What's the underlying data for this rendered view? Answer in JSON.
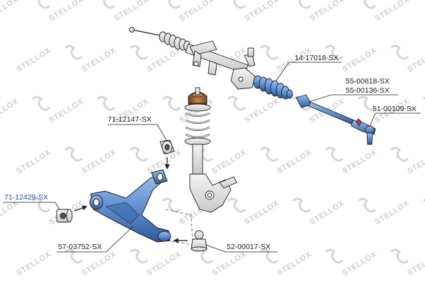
{
  "watermark": "STELLOX",
  "colors": {
    "part_blue": "#5f8fd0",
    "part_blue_dark": "#2e5a9a",
    "bronze": "#a86a2e",
    "outline": "#1f1f1f",
    "label_highlight": "#1f4fb3",
    "watermark": "#cfcfcf"
  },
  "parts": [
    {
      "id": "steering-rack-boot",
      "label": "14-17018-SX",
      "highlighted": false
    },
    {
      "id": "inner-tie-rod-1",
      "label": "55-00618-SX",
      "highlighted": false
    },
    {
      "id": "inner-tie-rod-2",
      "label": "55-00136-SX",
      "highlighted": false
    },
    {
      "id": "tie-rod-end",
      "label": "51-00109-SX",
      "highlighted": false
    },
    {
      "id": "rear-arm-bushing",
      "label": "71-12147-SX",
      "highlighted": false
    },
    {
      "id": "front-arm-bushing",
      "label": "71-12429-SX",
      "highlighted": true
    },
    {
      "id": "control-arm",
      "label": "57-03752-SX",
      "highlighted": false
    },
    {
      "id": "ball-joint",
      "label": "52-00017-SX",
      "highlighted": false
    }
  ],
  "icons": [
    "arrow-icon"
  ]
}
